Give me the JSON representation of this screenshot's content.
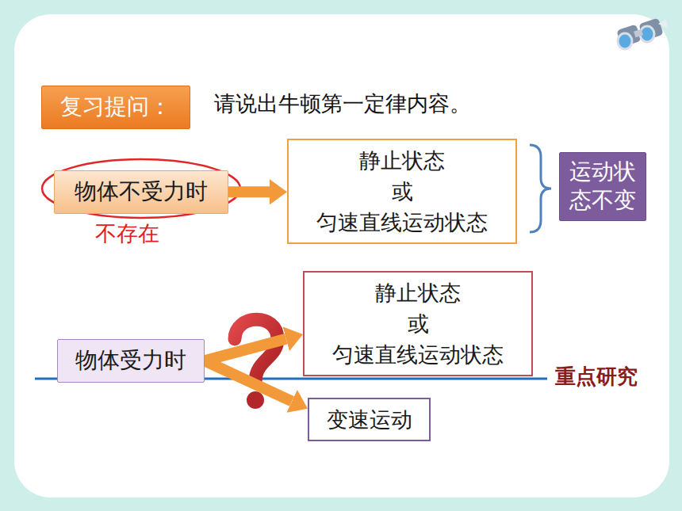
{
  "diagram": {
    "nodes": [
      {
        "text": [
          "复习提问："
        ]
      },
      {
        "text": [
          "物体不受力时"
        ]
      },
      {
        "text": [
          "静止状态 或 匀速直线运动状态"
        ]
      },
      {
        "text": [
          "运动状态不变"
        ]
      },
      {
        "text": [
          "静止状态 或 匀速直线运动状态"
        ]
      },
      {
        "text": [
          "物体受力时"
        ]
      },
      {
        "text": [
          "变速运动"
        ]
      }
    ],
    "edges": [
      {
        "from": 1,
        "to": 2,
        "arrow": "to"
      },
      {
        "from": 5,
        "to": 4,
        "arrow": "to"
      },
      {
        "from": 5,
        "to": 6,
        "arrow": "to"
      }
    ],
    "labels": [
      "请说出牛顿第一定律内容。",
      "不存在",
      "重点研究"
    ]
  }
}
